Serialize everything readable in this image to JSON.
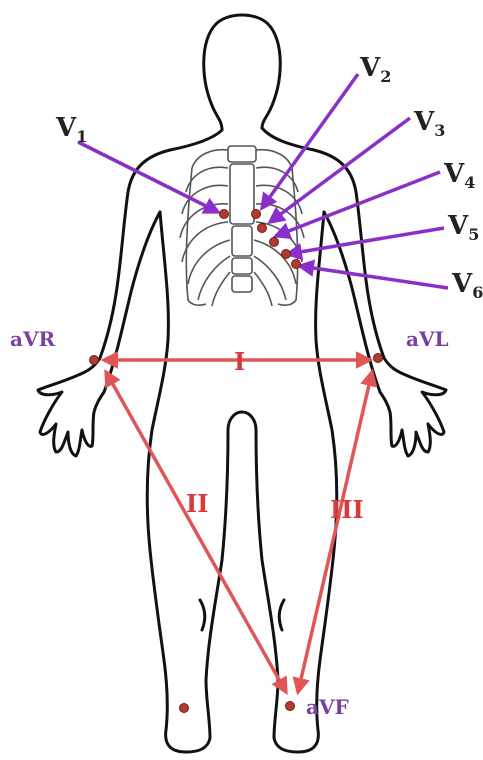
{
  "chest_leads": [
    {
      "id": "v1",
      "label": "V",
      "sub": "1"
    },
    {
      "id": "v2",
      "label": "V",
      "sub": "2"
    },
    {
      "id": "v3",
      "label": "V",
      "sub": "3"
    },
    {
      "id": "v4",
      "label": "V",
      "sub": "4"
    },
    {
      "id": "v5",
      "label": "V",
      "sub": "5"
    },
    {
      "id": "v6",
      "label": "V",
      "sub": "6"
    }
  ],
  "limb_leads": {
    "avr": "aVR",
    "avl": "aVL",
    "avf": "aVF"
  },
  "bipolar_leads": {
    "lead_1": "I",
    "lead_2": "II",
    "lead_3": "III"
  },
  "colors": {
    "chest_arrow": "#8a2fc9",
    "limb_arrow": "#e05555",
    "electrode": "#b33a2e",
    "label_purple": "#7a3fa0",
    "label_red": "#d83a3a"
  }
}
